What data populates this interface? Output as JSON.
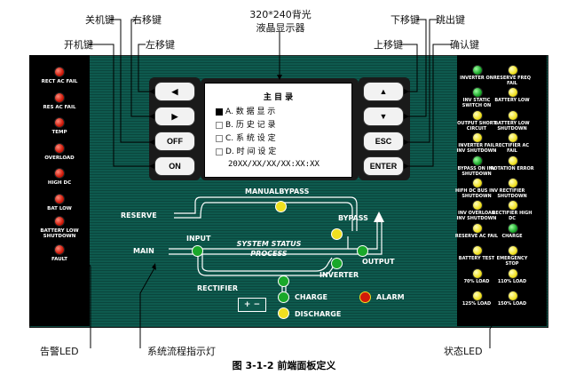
{
  "colors": {
    "panel": "#0e5a4e",
    "flow_line": "#ffffff",
    "led_red": "#d11a0a",
    "led_green": "#1aa82a",
    "led_yellow": "#f0e020"
  },
  "callouts": {
    "power_off_key": "关机键",
    "right_key": "右移键",
    "power_on_key": "开机键",
    "left_key": "左移键",
    "lcd_title_line1": "320*240背光",
    "lcd_title_line2": "液晶显示器",
    "down_key": "下移键",
    "exit_key": "跳出键",
    "up_key": "上移键",
    "enter_key": "确认键",
    "alarm_led": "告警LED",
    "flow_indicator": "系统流程指示灯",
    "status_led": "状态LED"
  },
  "buttons": {
    "left": "◀",
    "right": "▶",
    "off": "OFF",
    "on": "ON",
    "up": "▲",
    "down": "▼",
    "esc": "ESC",
    "enter": "ENTER"
  },
  "lcd": {
    "title": "主 目 录",
    "items": [
      {
        "label": "A. 数 据 显 示",
        "selected": true
      },
      {
        "label": "B. 历 史 记 录",
        "selected": false
      },
      {
        "label": "C. 系 统 设 定",
        "selected": false
      },
      {
        "label": "D. 时 间 设 定",
        "selected": false
      }
    ],
    "datetime": "20XX/XX/XX/XX:XX:XX"
  },
  "left_leds": [
    {
      "label": "RECT AC FAIL",
      "color": "red"
    },
    {
      "label": "RES AC FAIL",
      "color": "red"
    },
    {
      "label": "TEMP",
      "color": "red"
    },
    {
      "label": "OVERLOAD",
      "color": "red"
    },
    {
      "label": "HIGH DC",
      "color": "red"
    },
    {
      "label": "BAT LOW",
      "color": "red"
    },
    {
      "label": "BATTERY LOW SHUTDOWN",
      "color": "red"
    },
    {
      "label": "FAULT",
      "color": "red"
    }
  ],
  "right_leds": [
    {
      "label": "INVERTER ON",
      "color": "green"
    },
    {
      "label": "RESERVE FREQ FAIL",
      "color": "yellow"
    },
    {
      "label": "INV STATIC SWITCH ON",
      "color": "green"
    },
    {
      "label": "BATTERY LOW",
      "color": "yellow"
    },
    {
      "label": "OUTPUT SHORT CIRCUIT",
      "color": "yellow"
    },
    {
      "label": "BATTERY LOW SHUTDOWN",
      "color": "yellow"
    },
    {
      "label": "INVERTER FAIL INV SHUTDOWN",
      "color": "yellow"
    },
    {
      "label": "RECTIFIER AC FAIL",
      "color": "yellow"
    },
    {
      "label": "BYPASS ON INV SHUTDOWN",
      "color": "green"
    },
    {
      "label": "ROTATION ERROR",
      "color": "yellow"
    },
    {
      "label": "HIFH DC BUS INV SHUTDOWN",
      "color": "yellow"
    },
    {
      "label": "RECTIFIER SHUTDOWN",
      "color": "yellow"
    },
    {
      "label": "INV OVERLOAD INV SHUTDOWN",
      "color": "yellow"
    },
    {
      "label": "RECTIFIER HIGH DC",
      "color": "yellow"
    },
    {
      "label": "RESERVE AC FAIL",
      "color": "yellow"
    },
    {
      "label": "CHARGE",
      "color": "green"
    },
    {
      "label": "BATTERY TEST",
      "color": "yellow"
    },
    {
      "label": "EMERGENCY STOP",
      "color": "yellow"
    },
    {
      "label": "70% LOAD",
      "color": "yellow"
    },
    {
      "label": "110% LOAD",
      "color": "yellow"
    },
    {
      "label": "125% LOAD",
      "color": "yellow"
    },
    {
      "label": "150% LOAD",
      "color": "yellow"
    }
  ],
  "flow": {
    "manual_bypass": "MANUALBYPASS",
    "reserve": "RESERVE",
    "bypass": "BYPASS",
    "main": "MAIN",
    "input": "INPUT",
    "system_status_line1": "SYSTEM STATUS",
    "system_status_line2": "PROCESS",
    "output": "OUTPUT",
    "rectifier": "RECTIFIER",
    "inverter": "INVERTER",
    "charge": "CHARGE",
    "discharge": "DISCHARGE",
    "alarm": "ALARM",
    "battery_symbol": "+ −"
  },
  "caption": "图 3-1-2 前端面板定义"
}
